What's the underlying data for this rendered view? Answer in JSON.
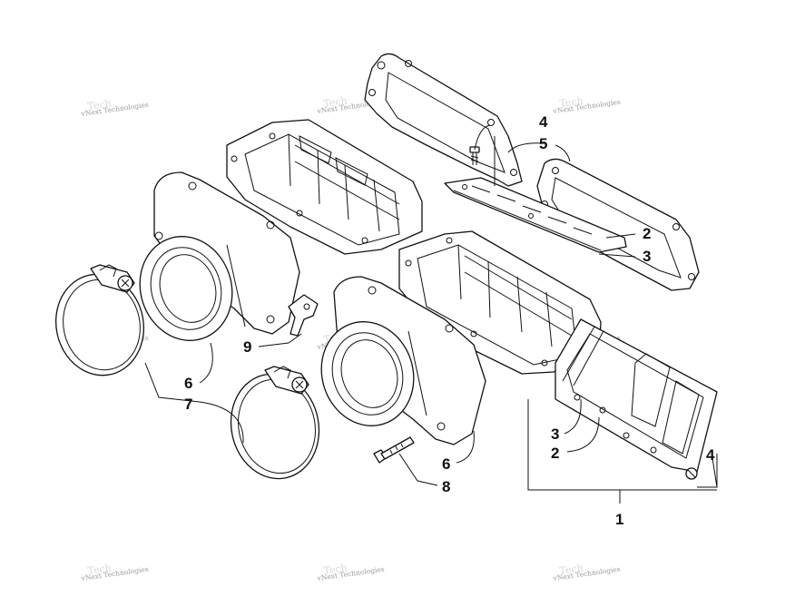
{
  "diagram": {
    "callouts": [
      {
        "id": "c4-top",
        "text": "4"
      },
      {
        "id": "c5",
        "text": "5"
      },
      {
        "id": "c2-top",
        "text": "2"
      },
      {
        "id": "c3-top",
        "text": "3"
      },
      {
        "id": "c9",
        "text": "9"
      },
      {
        "id": "c6-left",
        "text": "6"
      },
      {
        "id": "c7",
        "text": "7"
      },
      {
        "id": "c6-right",
        "text": "6"
      },
      {
        "id": "c8",
        "text": "8"
      },
      {
        "id": "c3-bot",
        "text": "3"
      },
      {
        "id": "c2-bot",
        "text": "2"
      },
      {
        "id": "c4-bot",
        "text": "4"
      },
      {
        "id": "c1",
        "text": "1"
      }
    ],
    "watermark": {
      "text": "vNext Technologies",
      "ghost_text": "Tech"
    }
  }
}
